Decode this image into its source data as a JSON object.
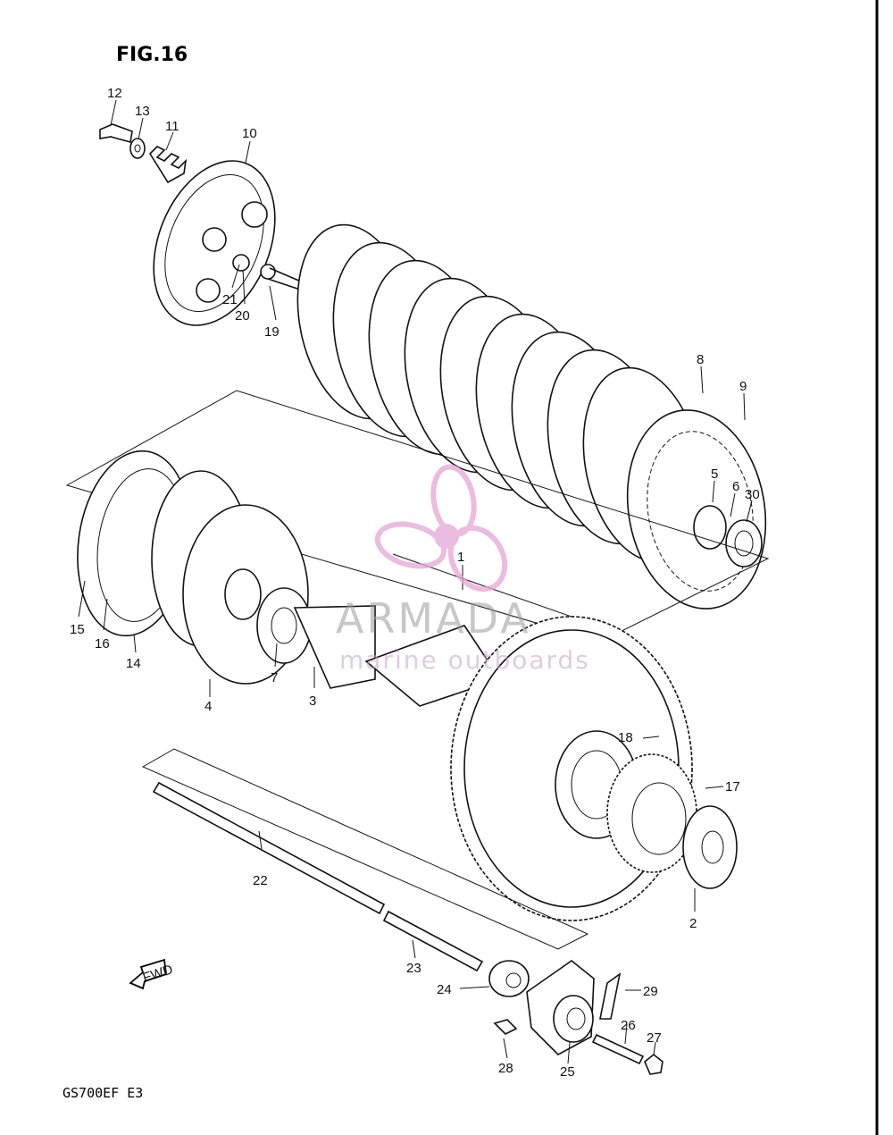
{
  "figure_title": "FIG.16",
  "footer_model": "GS700EF  E3",
  "fwd_label": "FWD",
  "watermark": {
    "brand": "ARMADA",
    "tagline": "marine outboards",
    "logo": "propeller-logo",
    "color": "#e6a6d6"
  },
  "callouts": [
    "1",
    "2",
    "3",
    "4",
    "5",
    "6",
    "7",
    "8",
    "9",
    "10",
    "11",
    "12",
    "13",
    "14",
    "15",
    "16",
    "17",
    "18",
    "19",
    "20",
    "21",
    "22",
    "23",
    "24",
    "25",
    "26",
    "27",
    "28",
    "29",
    "30"
  ]
}
